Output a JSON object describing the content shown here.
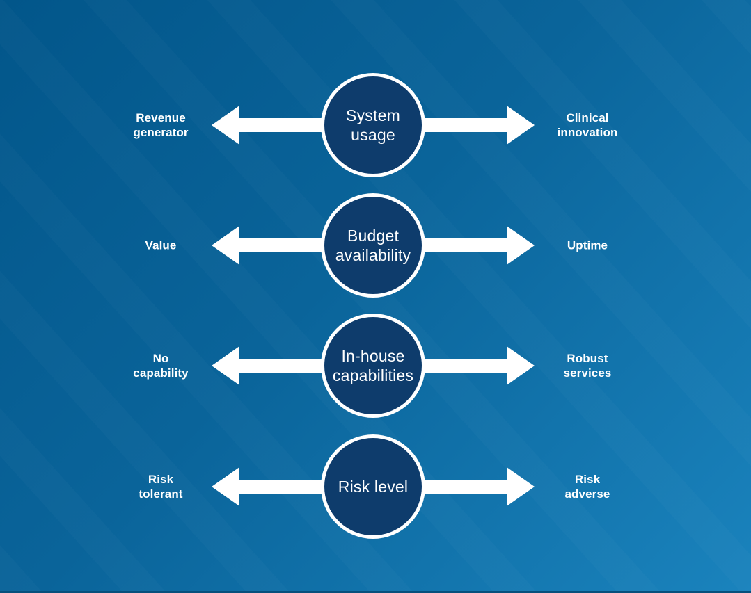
{
  "page": {
    "background_gradient_start": "#02568A",
    "background_gradient_end": "#1A83BD",
    "circle_fill": "#0E3C6C",
    "circle_ring": "#FFFFFF",
    "arrow_color": "#FFFFFF",
    "text_color": "#FFFFFF",
    "bottom_strip_color": "#07507C"
  },
  "rows": [
    {
      "left_label": "Revenue\ngenerator",
      "center_label": "System\nusage",
      "right_label": "Clinical\ninnovation"
    },
    {
      "left_label": "Value",
      "center_label": "Budget\navailability",
      "right_label": "Uptime"
    },
    {
      "left_label": "No\ncapability",
      "center_label": "In-house\ncapabilities",
      "right_label": "Robust\nservices"
    },
    {
      "left_label": "Risk\ntolerant",
      "center_label": "Risk level",
      "right_label": "Risk\nadverse"
    }
  ]
}
